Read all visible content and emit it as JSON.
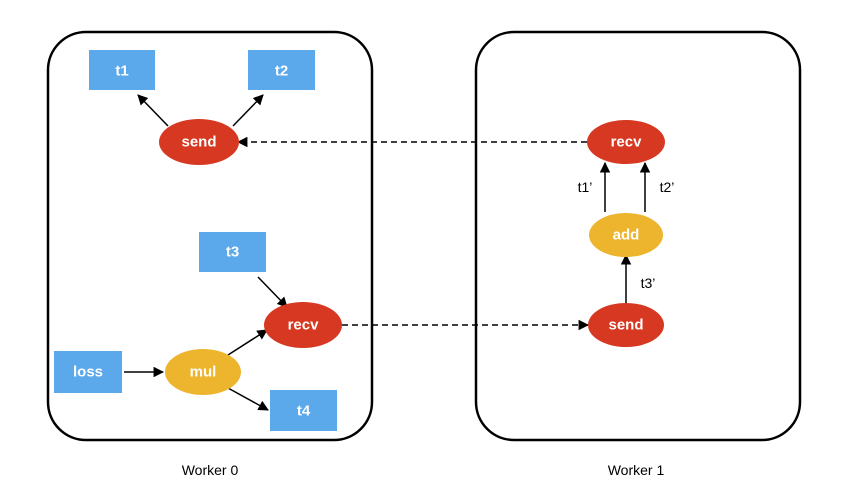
{
  "colors": {
    "tensor_box": "#5ba8ea",
    "send_recv_node": "#d63821",
    "compute_node": "#ecb52d",
    "border": "#000000",
    "text_on_node": "#ffffff"
  },
  "worker0": {
    "label": "Worker 0",
    "nodes": {
      "t1": "t1",
      "t2": "t2",
      "send": "send",
      "t3": "t3",
      "recv": "recv",
      "loss": "loss",
      "mul": "mul",
      "t4": "t4"
    }
  },
  "worker1": {
    "label": "Worker 1",
    "nodes": {
      "recv": "recv",
      "add": "add",
      "send": "send"
    },
    "edge_labels": {
      "t1_prime": "t1’",
      "t2_prime": "t2’",
      "t3_prime": "t3’"
    }
  }
}
